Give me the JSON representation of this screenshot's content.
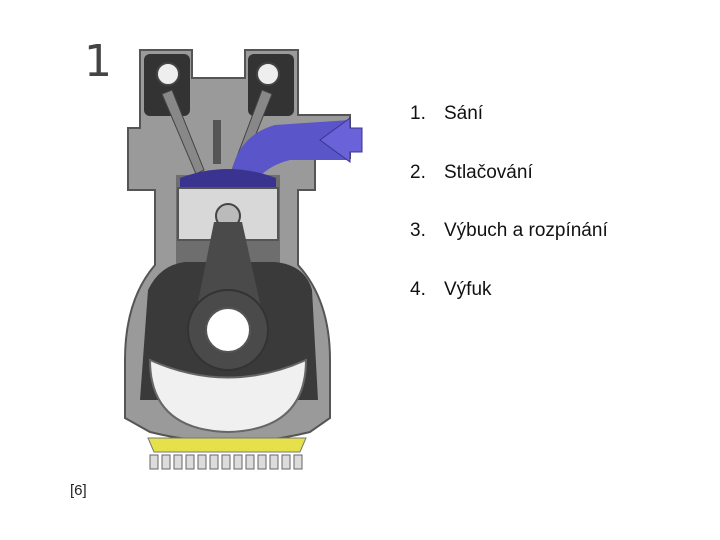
{
  "stroke_number": "1",
  "citation": "[6]",
  "steps": [
    {
      "num": "1.",
      "label": "Sání"
    },
    {
      "num": "2.",
      "label": "Stlačování"
    },
    {
      "num": "3.",
      "label": "Výbuch a rozpínání"
    },
    {
      "num": "4.",
      "label": "Výfuk"
    }
  ],
  "colors": {
    "intake_flow": "#5a55c8",
    "engine_block": "#9a9a9a",
    "dark_parts": "#3c3c3c",
    "oil_sump": "#e6e04a"
  }
}
